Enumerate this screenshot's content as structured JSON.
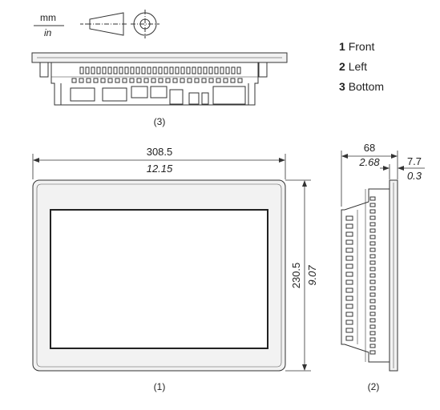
{
  "units": {
    "primary": "mm",
    "secondary": "in"
  },
  "legend": [
    {
      "num": "1",
      "label": "Front"
    },
    {
      "num": "2",
      "label": "Left"
    },
    {
      "num": "3",
      "label": "Bottom"
    }
  ],
  "views": {
    "bottom": {
      "caption": "(3)"
    },
    "front": {
      "caption": "(1)",
      "width_mm": "308.5",
      "width_in": "12.15",
      "height_mm": "230.5",
      "height_in": "9.07"
    },
    "left": {
      "caption": "(2)",
      "depth_mm": "68",
      "depth_in": "2.68",
      "bezel_mm": "7.7",
      "bezel_in": "0.3"
    }
  },
  "colors": {
    "line": "#333333",
    "bezel_fill": "#f2f2f2",
    "screen_border": "#222222"
  }
}
